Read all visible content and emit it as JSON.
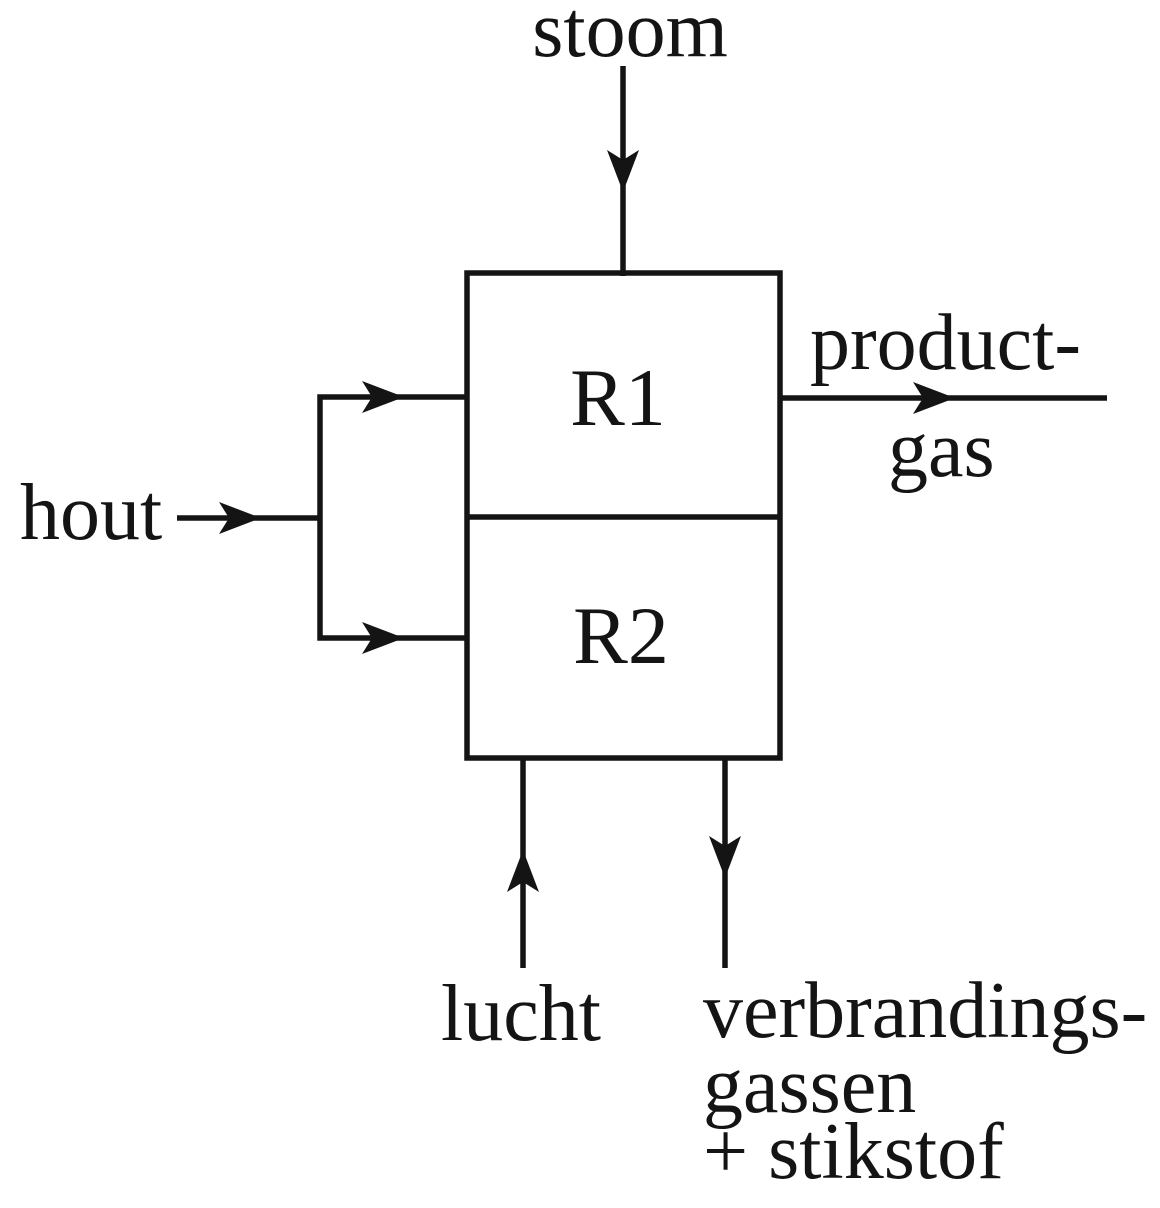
{
  "diagram": {
    "type": "process-flow-diagram",
    "background_color": "#ffffff",
    "line_color": "#141414",
    "reactors": {
      "r1": "R1",
      "r2": "R2"
    },
    "streams": {
      "stoom": {
        "label": "stoom",
        "direction": "down into top of R1"
      },
      "hout": {
        "label": "hout",
        "direction": "right, splits into R1 and R2"
      },
      "product_gas": {
        "label_line1": "product-",
        "label_line2": "gas",
        "direction": "right out of R1"
      },
      "lucht": {
        "label": "lucht",
        "direction": "up into bottom of R2"
      },
      "verbrandingsgassen": {
        "label_line1": "verbrandings-",
        "label_line2": "gassen",
        "label_line3": "+ stikstof",
        "direction": "down out of R2"
      }
    }
  }
}
